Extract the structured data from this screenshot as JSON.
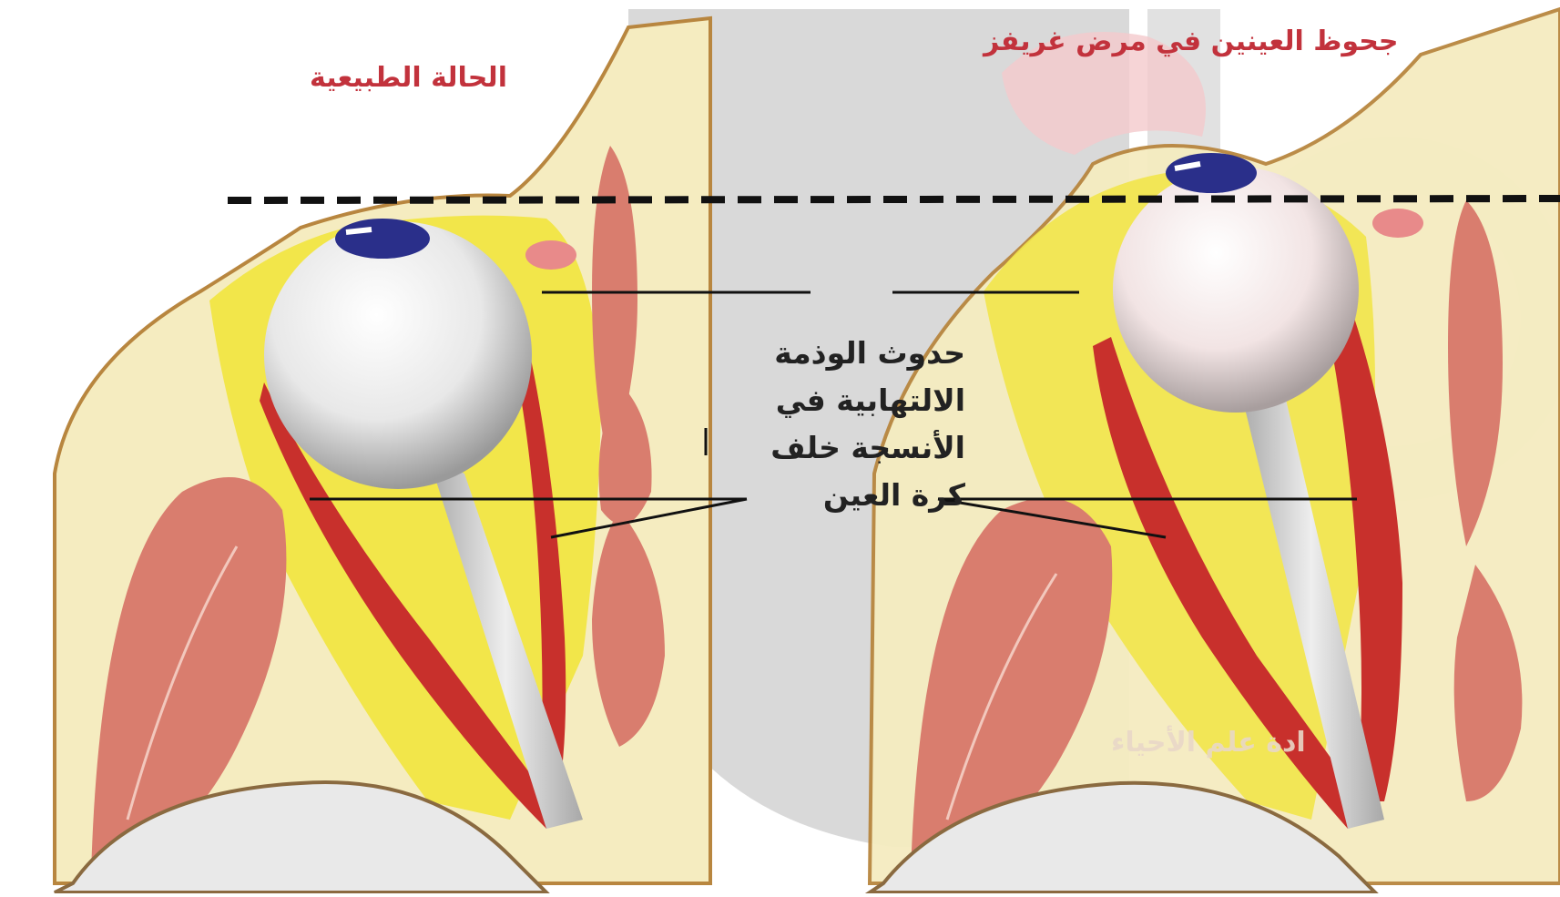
{
  "labels": {
    "normal_title": "الحالة الطبيعية",
    "graves_title": "جحوظ العينين في مرض غريفز",
    "caption_lines": [
      "حدوث الوذمة",
      "الالتهابية في",
      "الأنسجة خلف",
      "كرة العين"
    ],
    "watermark": "ادة علم الأحياء"
  },
  "colors": {
    "title": "#c2323c",
    "fat_yellow": "#f2e64a",
    "bone_cream": "#f5ecc0",
    "muscle_red": "#c8302c",
    "sinus_pink": "#d97d6e",
    "iris_blue": "#2a2f8a",
    "watermark_grey": "#d9d9d9",
    "text": "#222222"
  }
}
